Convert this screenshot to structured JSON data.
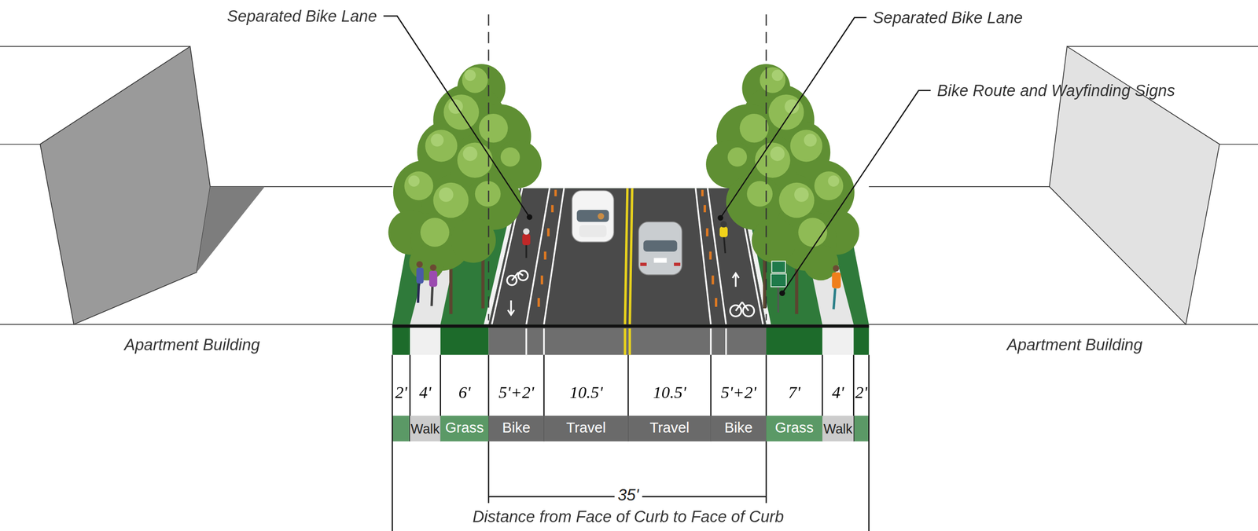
{
  "diagram": {
    "nodes": [
      {
        "text": [
          "Walk"
        ]
      },
      {
        "text": [
          "Grass"
        ]
      },
      {
        "text": [
          "Bike"
        ]
      },
      {
        "text": [
          "Travel"
        ]
      },
      {
        "text": [
          "Travel"
        ]
      },
      {
        "text": [
          "Bike"
        ]
      },
      {
        "text": [
          "Grass"
        ]
      },
      {
        "text": [
          "Walk"
        ]
      }
    ],
    "labels": [
      "Separated Bike Lane",
      "Separated Bike Lane",
      "Bike Route and Wayfinding Signs",
      "Apartment Building",
      "Apartment Building",
      "2'",
      "4'",
      "6'",
      "5'+2'",
      "10.5'",
      "10.5'",
      "5'+2'",
      "7'",
      "4'",
      "2'",
      "35'",
      "Distance from Face of Curb to Face of Curb"
    ]
  }
}
